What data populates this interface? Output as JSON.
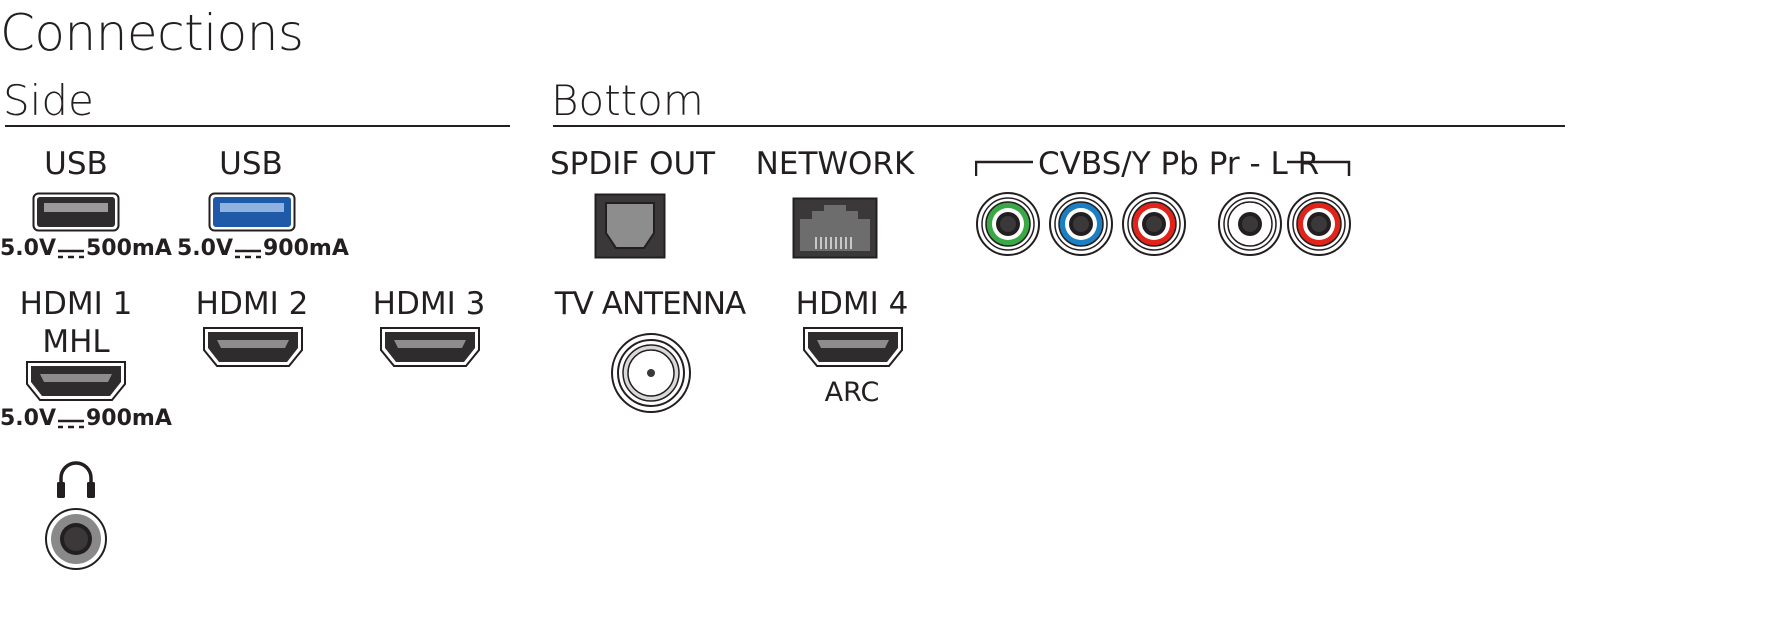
{
  "title": "Connections",
  "sections": {
    "side": "Side",
    "bottom": "Bottom"
  },
  "side": {
    "usb1": {
      "label": "USB",
      "spec": "5.0V",
      "spec_current": "500mA"
    },
    "usb2": {
      "label": "USB",
      "spec": "5.0V",
      "spec_current": "900mA",
      "color": "#1f5aa8"
    },
    "hdmi1": {
      "label": "HDMI 1",
      "sublabel": "MHL",
      "spec": "5.0V",
      "spec_current": "900mA"
    },
    "hdmi2": {
      "label": "HDMI 2"
    },
    "hdmi3": {
      "label": "HDMI 3"
    },
    "headphones": {
      "icon": "headphones-icon"
    }
  },
  "bottom": {
    "spdif": {
      "label": "SPDIF OUT"
    },
    "network": {
      "label": "NETWORK"
    },
    "antenna": {
      "label": "TV ANTENNA"
    },
    "hdmi4": {
      "label": "HDMI 4",
      "sublabel": "ARC"
    },
    "component": {
      "label": "CVBS/Y Pb Pr - L R",
      "jacks": [
        {
          "name": "Y",
          "color": "#3aa845"
        },
        {
          "name": "Pb",
          "color": "#1b7fc4"
        },
        {
          "name": "Pr",
          "color": "#e2231a"
        },
        {
          "name": "L",
          "color": "#ffffff"
        },
        {
          "name": "R",
          "color": "#e2231a"
        }
      ]
    }
  }
}
